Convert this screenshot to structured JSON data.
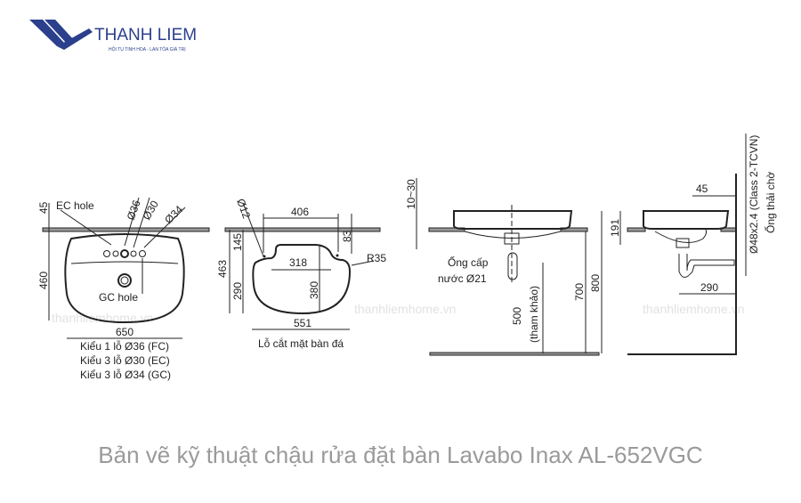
{
  "logo": {
    "name": "THANH LIEM",
    "tagline": "HỘI TỤ TINH HOA - LAN TỎA GIÁ TRỊ",
    "color": "#2b3f8c"
  },
  "watermark": "thanhliemhome.vn",
  "top_view": {
    "ec_hole": "EC hole",
    "gc_hole": "GC hole",
    "d36": "Ø36",
    "d30": "Ø30",
    "d34": "Ø34",
    "dim_45": "45",
    "dim_460": "460",
    "dim_650": "650",
    "notes": [
      "Kiểu 1 lỗ Ø36 (FC)",
      "Kiểu 3 lỗ Ø30 (EC)",
      "Kiểu 3 lỗ Ø34 (GC)"
    ]
  },
  "cutout_view": {
    "d12": "Ø12",
    "dim_406": "406",
    "dim_83": "83",
    "dim_145": "145",
    "dim_463": "463",
    "dim_290": "290",
    "dim_318": "318",
    "dim_380": "380",
    "dim_551": "551",
    "r35": "R35",
    "caption": "Lỗ cắt mặt bàn đá"
  },
  "front_view": {
    "dim_10_30": "10~30",
    "supply_line1": "Ống cấp",
    "supply_line2": "nước Ø21",
    "dim_500": "500",
    "dim_500_note": "(tham khảo)",
    "dim_700": "700",
    "dim_800": "800"
  },
  "side_view": {
    "dim_45": "45",
    "dim_191": "191",
    "dim_290": "290",
    "drain_spec": "Ø48x2.4 (Class 2-TCVN)",
    "drain_label": "Ống thải chờ"
  },
  "caption": "Bản vẽ kỹ thuật chậu rửa đặt bàn Lavabo Inax AL-652VGC"
}
